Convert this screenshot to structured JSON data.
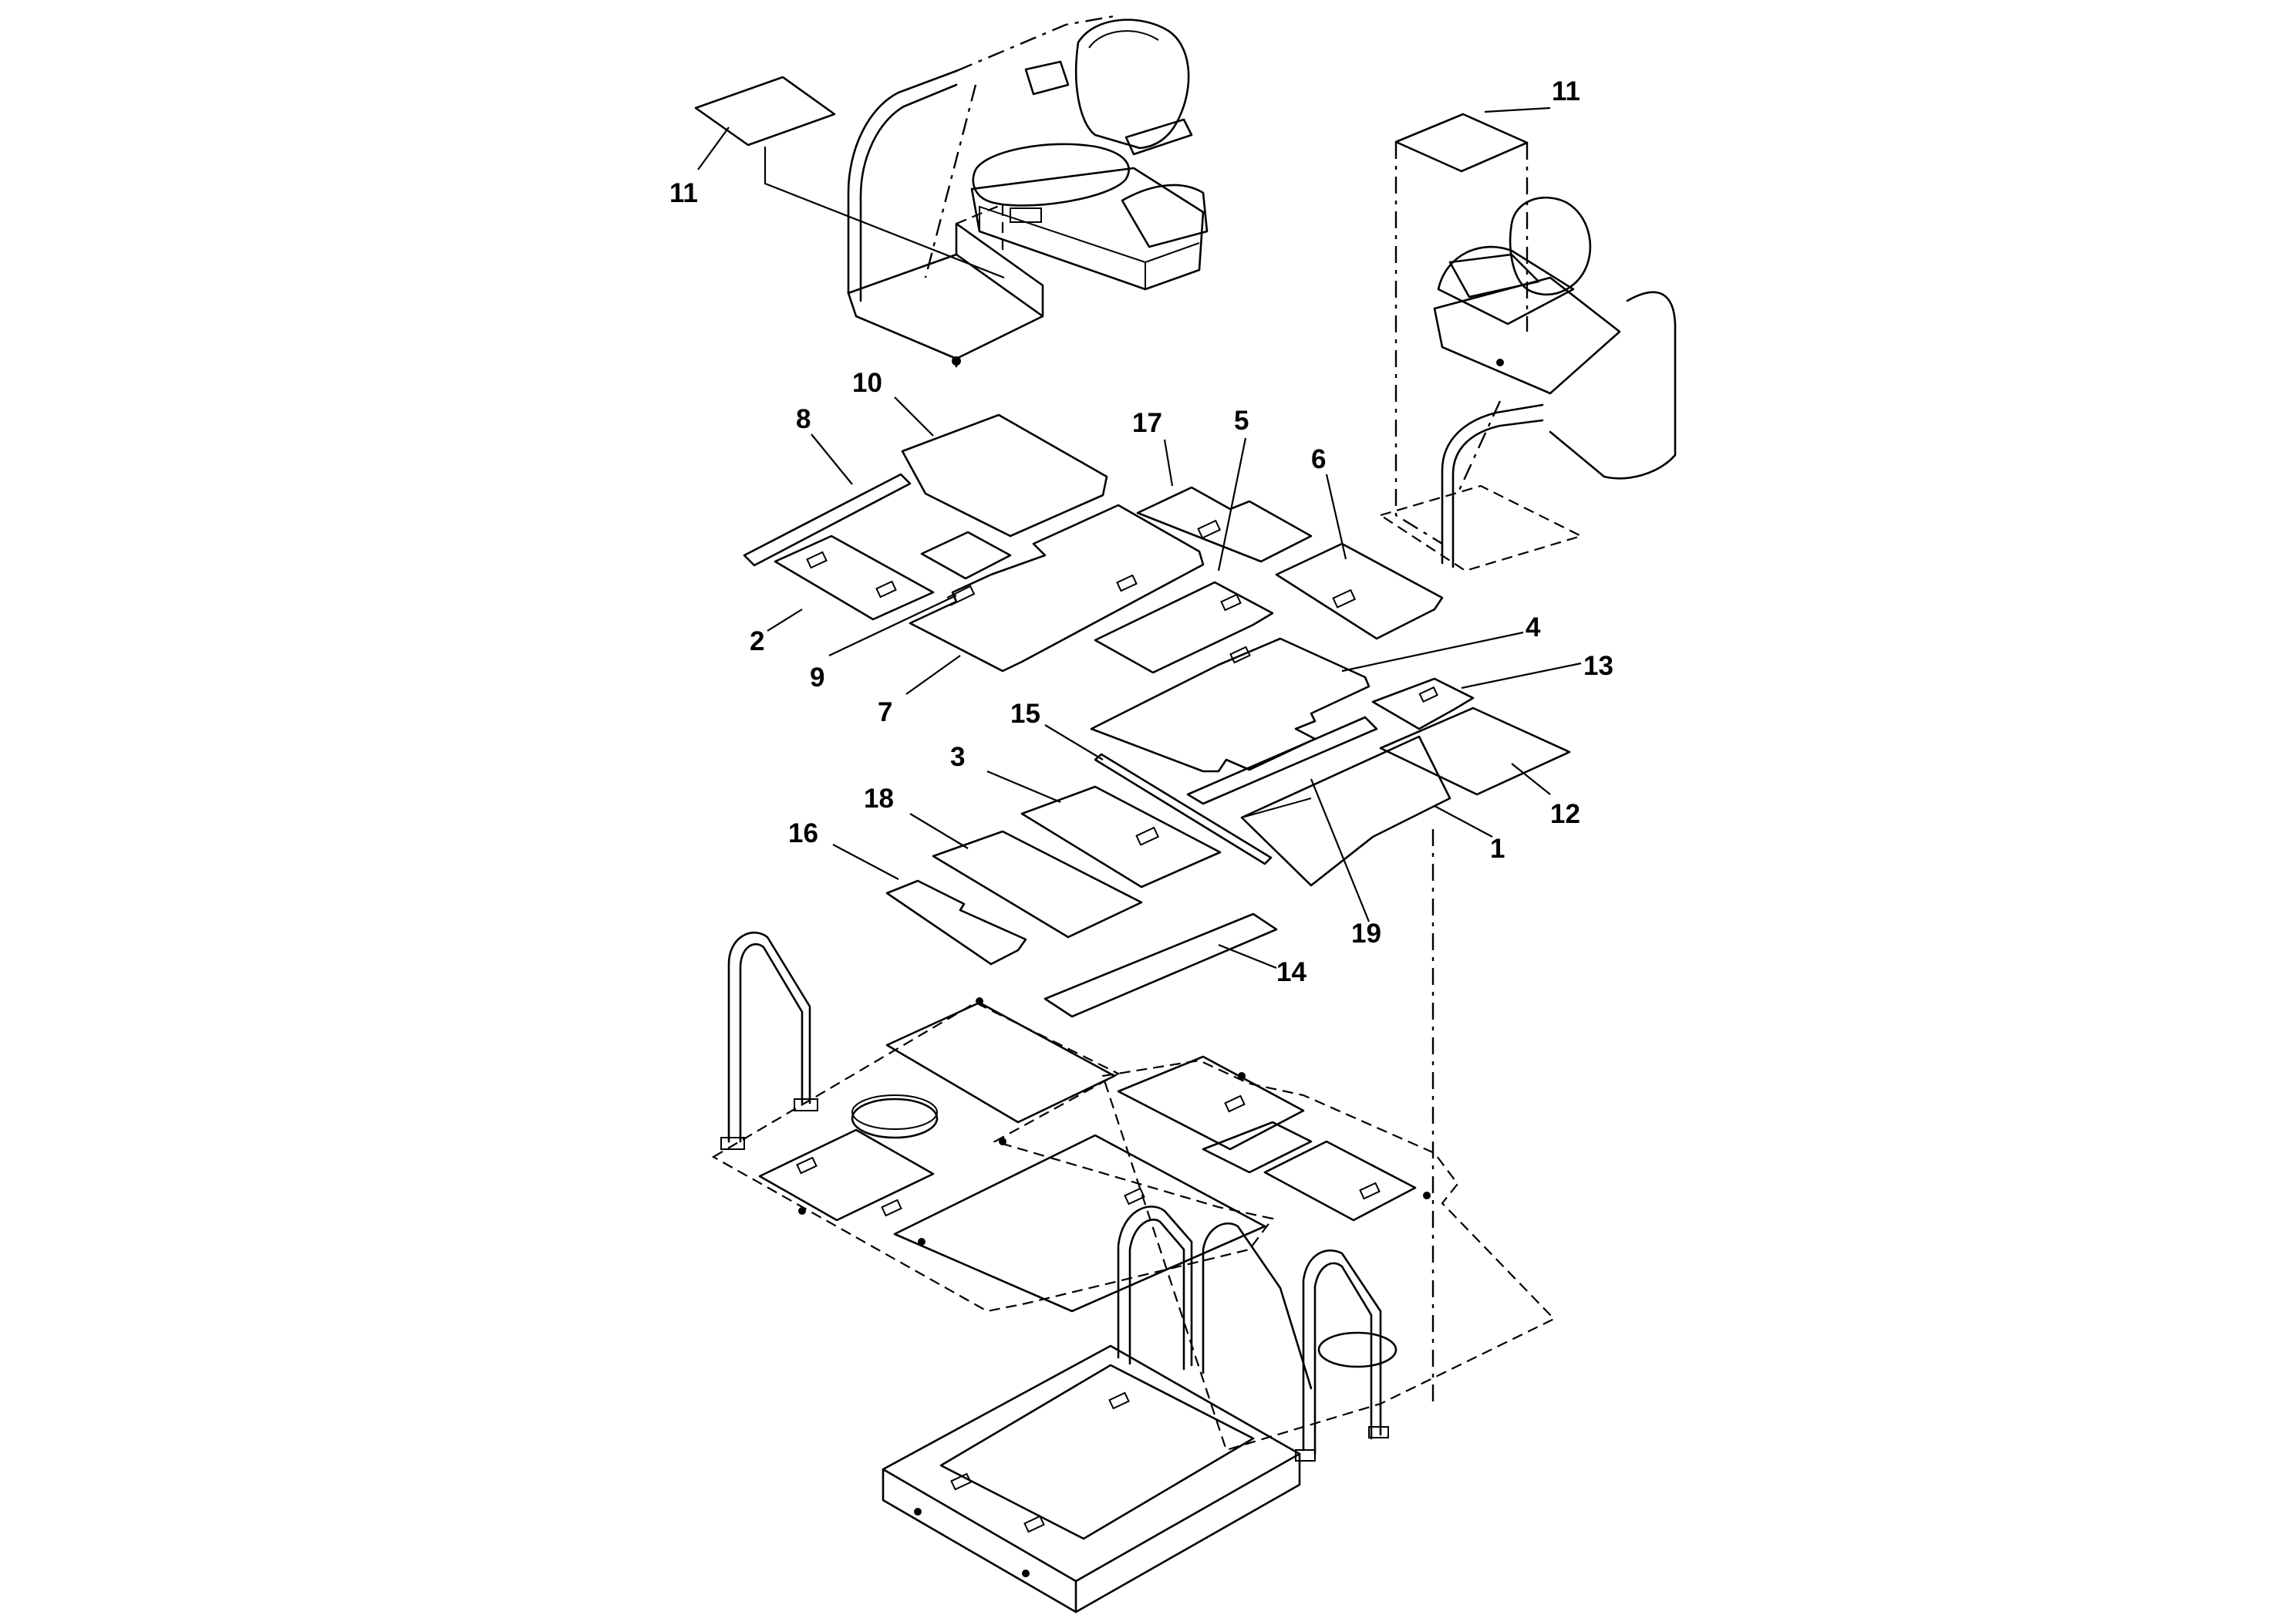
{
  "diagram": {
    "callouts": [
      {
        "id": "c11a",
        "text": "11"
      },
      {
        "id": "c11b",
        "text": "11"
      },
      {
        "id": "c10",
        "text": "10"
      },
      {
        "id": "c8",
        "text": "8"
      },
      {
        "id": "c17",
        "text": "17"
      },
      {
        "id": "c5",
        "text": "5"
      },
      {
        "id": "c6",
        "text": "6"
      },
      {
        "id": "c2",
        "text": "2"
      },
      {
        "id": "c9",
        "text": "9"
      },
      {
        "id": "c7",
        "text": "7"
      },
      {
        "id": "c4",
        "text": "4"
      },
      {
        "id": "c13",
        "text": "13"
      },
      {
        "id": "c15",
        "text": "15"
      },
      {
        "id": "c3",
        "text": "3"
      },
      {
        "id": "c18",
        "text": "18"
      },
      {
        "id": "c16",
        "text": "16"
      },
      {
        "id": "c12",
        "text": "12"
      },
      {
        "id": "c1",
        "text": "1"
      },
      {
        "id": "c19",
        "text": "19"
      },
      {
        "id": "c14",
        "text": "14"
      }
    ]
  }
}
